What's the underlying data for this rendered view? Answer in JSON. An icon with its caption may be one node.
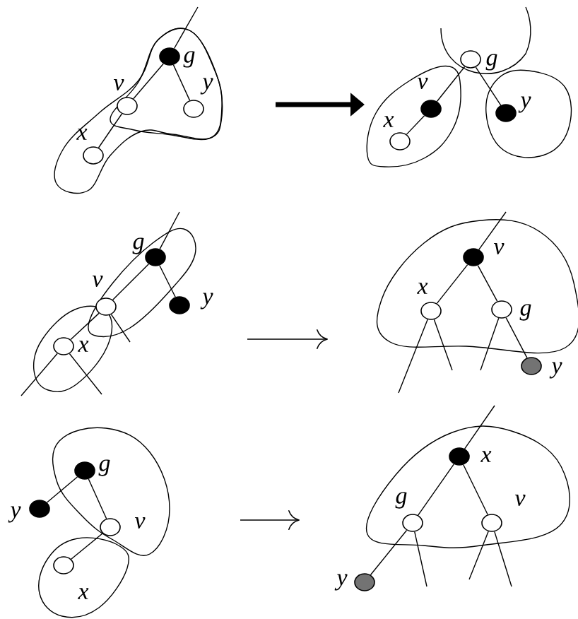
{
  "diagram": {
    "nodes": [
      {
        "text": [],
        "shape": "circle",
        "beside": [
          "g"
        ]
      },
      {
        "text": [],
        "shape": "circle",
        "beside": [
          "v"
        ]
      },
      {
        "text": [],
        "shape": "circle",
        "beside": [
          "y"
        ]
      },
      {
        "text": [],
        "shape": "circle",
        "beside": [
          "x"
        ]
      },
      {
        "text": [],
        "shape": "circle",
        "beside": [
          "g"
        ]
      },
      {
        "text": [],
        "shape": "circle",
        "beside": [
          "v"
        ]
      },
      {
        "text": [],
        "shape": "circle",
        "beside": [
          "y"
        ]
      },
      {
        "text": [],
        "shape": "circle",
        "beside": [
          "x"
        ]
      },
      {
        "text": [],
        "shape": "circle",
        "beside": [
          "g"
        ]
      },
      {
        "text": [],
        "shape": "circle",
        "beside": [
          "v"
        ]
      },
      {
        "text": [],
        "shape": "circle",
        "beside": [
          "y"
        ]
      },
      {
        "text": [],
        "shape": "circle",
        "beside": [
          "x"
        ]
      },
      {
        "text": [],
        "shape": "circle",
        "beside": [
          "v"
        ]
      },
      {
        "text": [],
        "shape": "circle",
        "beside": [
          "x"
        ]
      },
      {
        "text": [],
        "shape": "circle",
        "beside": [
          "g"
        ]
      },
      {
        "text": [],
        "shape": "circle",
        "beside": [
          "y"
        ]
      },
      {
        "text": [],
        "shape": "circle",
        "beside": [
          "g"
        ]
      },
      {
        "text": [],
        "shape": "circle",
        "beside": [
          "y"
        ]
      },
      {
        "text": [],
        "shape": "circle",
        "beside": [
          "v"
        ]
      },
      {
        "text": [],
        "shape": "circle",
        "beside": [
          "x"
        ]
      },
      {
        "text": [],
        "shape": "circle",
        "beside": [
          "x"
        ]
      },
      {
        "text": [],
        "shape": "circle",
        "beside": [
          "g"
        ]
      },
      {
        "text": [],
        "shape": "circle",
        "beside": [
          "v"
        ]
      },
      {
        "text": [],
        "shape": "circle",
        "beside": [
          "y"
        ]
      }
    ],
    "edges": [
      {
        "from": 0,
        "to": 1,
        "arrow": "none"
      },
      {
        "from": 0,
        "to": 2,
        "arrow": "none"
      },
      {
        "from": 1,
        "to": 3,
        "arrow": "none"
      },
      {
        "from": 0,
        "to": null,
        "arrow": "none"
      },
      {
        "from": 4,
        "to": 5,
        "arrow": "none"
      },
      {
        "from": 4,
        "to": 6,
        "arrow": "none"
      },
      {
        "from": 5,
        "to": 7,
        "arrow": "none"
      },
      {
        "from": 8,
        "to": 9,
        "arrow": "none"
      },
      {
        "from": 8,
        "to": 10,
        "arrow": "none"
      },
      {
        "from": 9,
        "to": 11,
        "arrow": "none"
      },
      {
        "from": 8,
        "to": null,
        "arrow": "none"
      },
      {
        "from": 9,
        "to": null,
        "arrow": "none"
      },
      {
        "from": 11,
        "to": null,
        "arrow": "none"
      },
      {
        "from": 11,
        "to": null,
        "arrow": "none"
      },
      {
        "from": 12,
        "to": 13,
        "arrow": "none"
      },
      {
        "from": 12,
        "to": 14,
        "arrow": "none"
      },
      {
        "from": 14,
        "to": 15,
        "arrow": "none"
      },
      {
        "from": 12,
        "to": null,
        "arrow": "none"
      },
      {
        "from": 13,
        "to": null,
        "arrow": "none"
      },
      {
        "from": 13,
        "to": null,
        "arrow": "none"
      },
      {
        "from": 14,
        "to": null,
        "arrow": "none"
      },
      {
        "from": 16,
        "to": 17,
        "arrow": "none"
      },
      {
        "from": 16,
        "to": 18,
        "arrow": "none"
      },
      {
        "from": 18,
        "to": 19,
        "arrow": "none"
      },
      {
        "from": 20,
        "to": 21,
        "arrow": "none"
      },
      {
        "from": 20,
        "to": 22,
        "arrow": "none"
      },
      {
        "from": 21,
        "to": 23,
        "arrow": "none"
      },
      {
        "from": 20,
        "to": null,
        "arrow": "none"
      },
      {
        "from": 21,
        "to": null,
        "arrow": "none"
      },
      {
        "from": 22,
        "to": null,
        "arrow": "none"
      },
      {
        "from": 22,
        "to": null,
        "arrow": "none"
      }
    ]
  }
}
